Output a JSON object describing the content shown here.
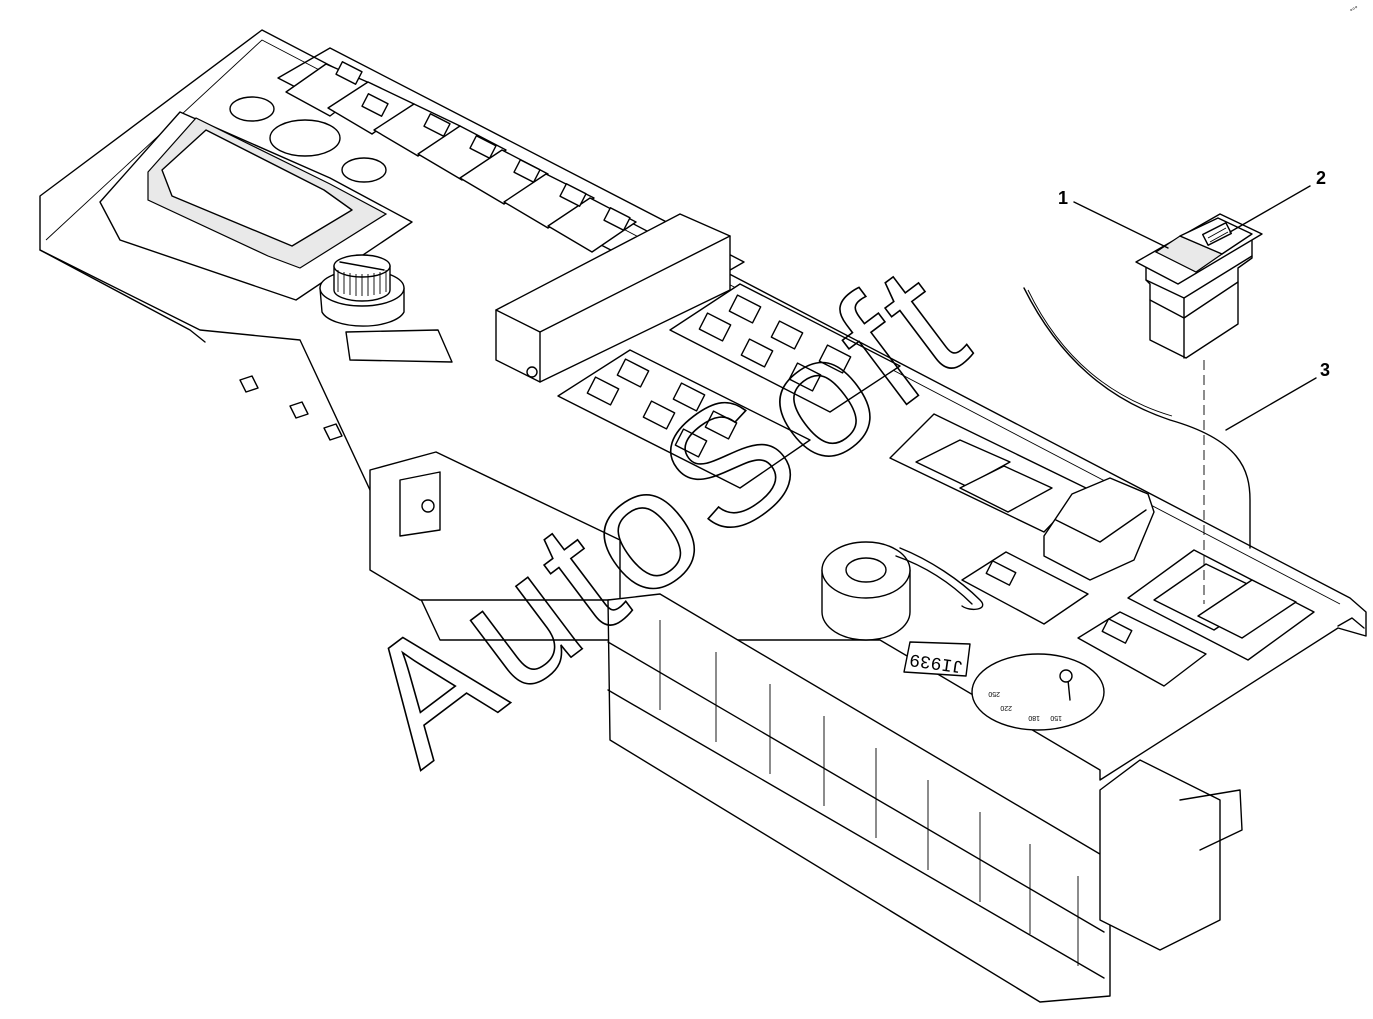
{
  "callouts": [
    {
      "label": "1"
    },
    {
      "label": "2"
    },
    {
      "label": "3"
    }
  ],
  "panel_label": "JI939",
  "watermark": "AutoSoft",
  "corner_mark": "°°°"
}
